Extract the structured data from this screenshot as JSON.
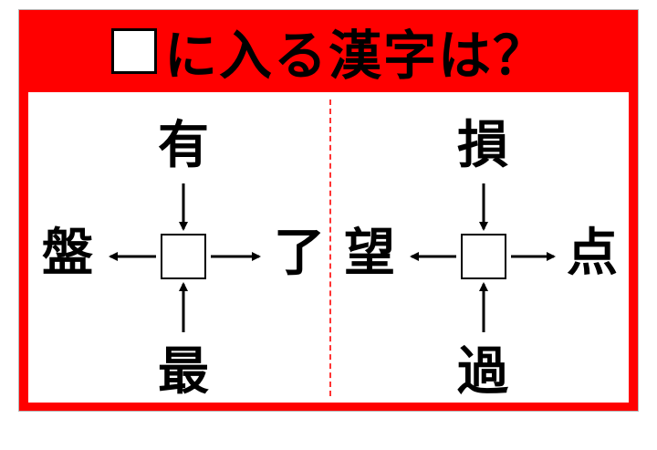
{
  "title": {
    "text": "に入る漢字は？"
  },
  "puzzles": [
    {
      "top": "有",
      "left": "盤",
      "right": "了",
      "bottom": "最"
    },
    {
      "top": "損",
      "left": "望",
      "right": "点",
      "bottom": "過"
    }
  ],
  "colors": {
    "frame": "#ff0000",
    "divider": "#ff3333"
  }
}
